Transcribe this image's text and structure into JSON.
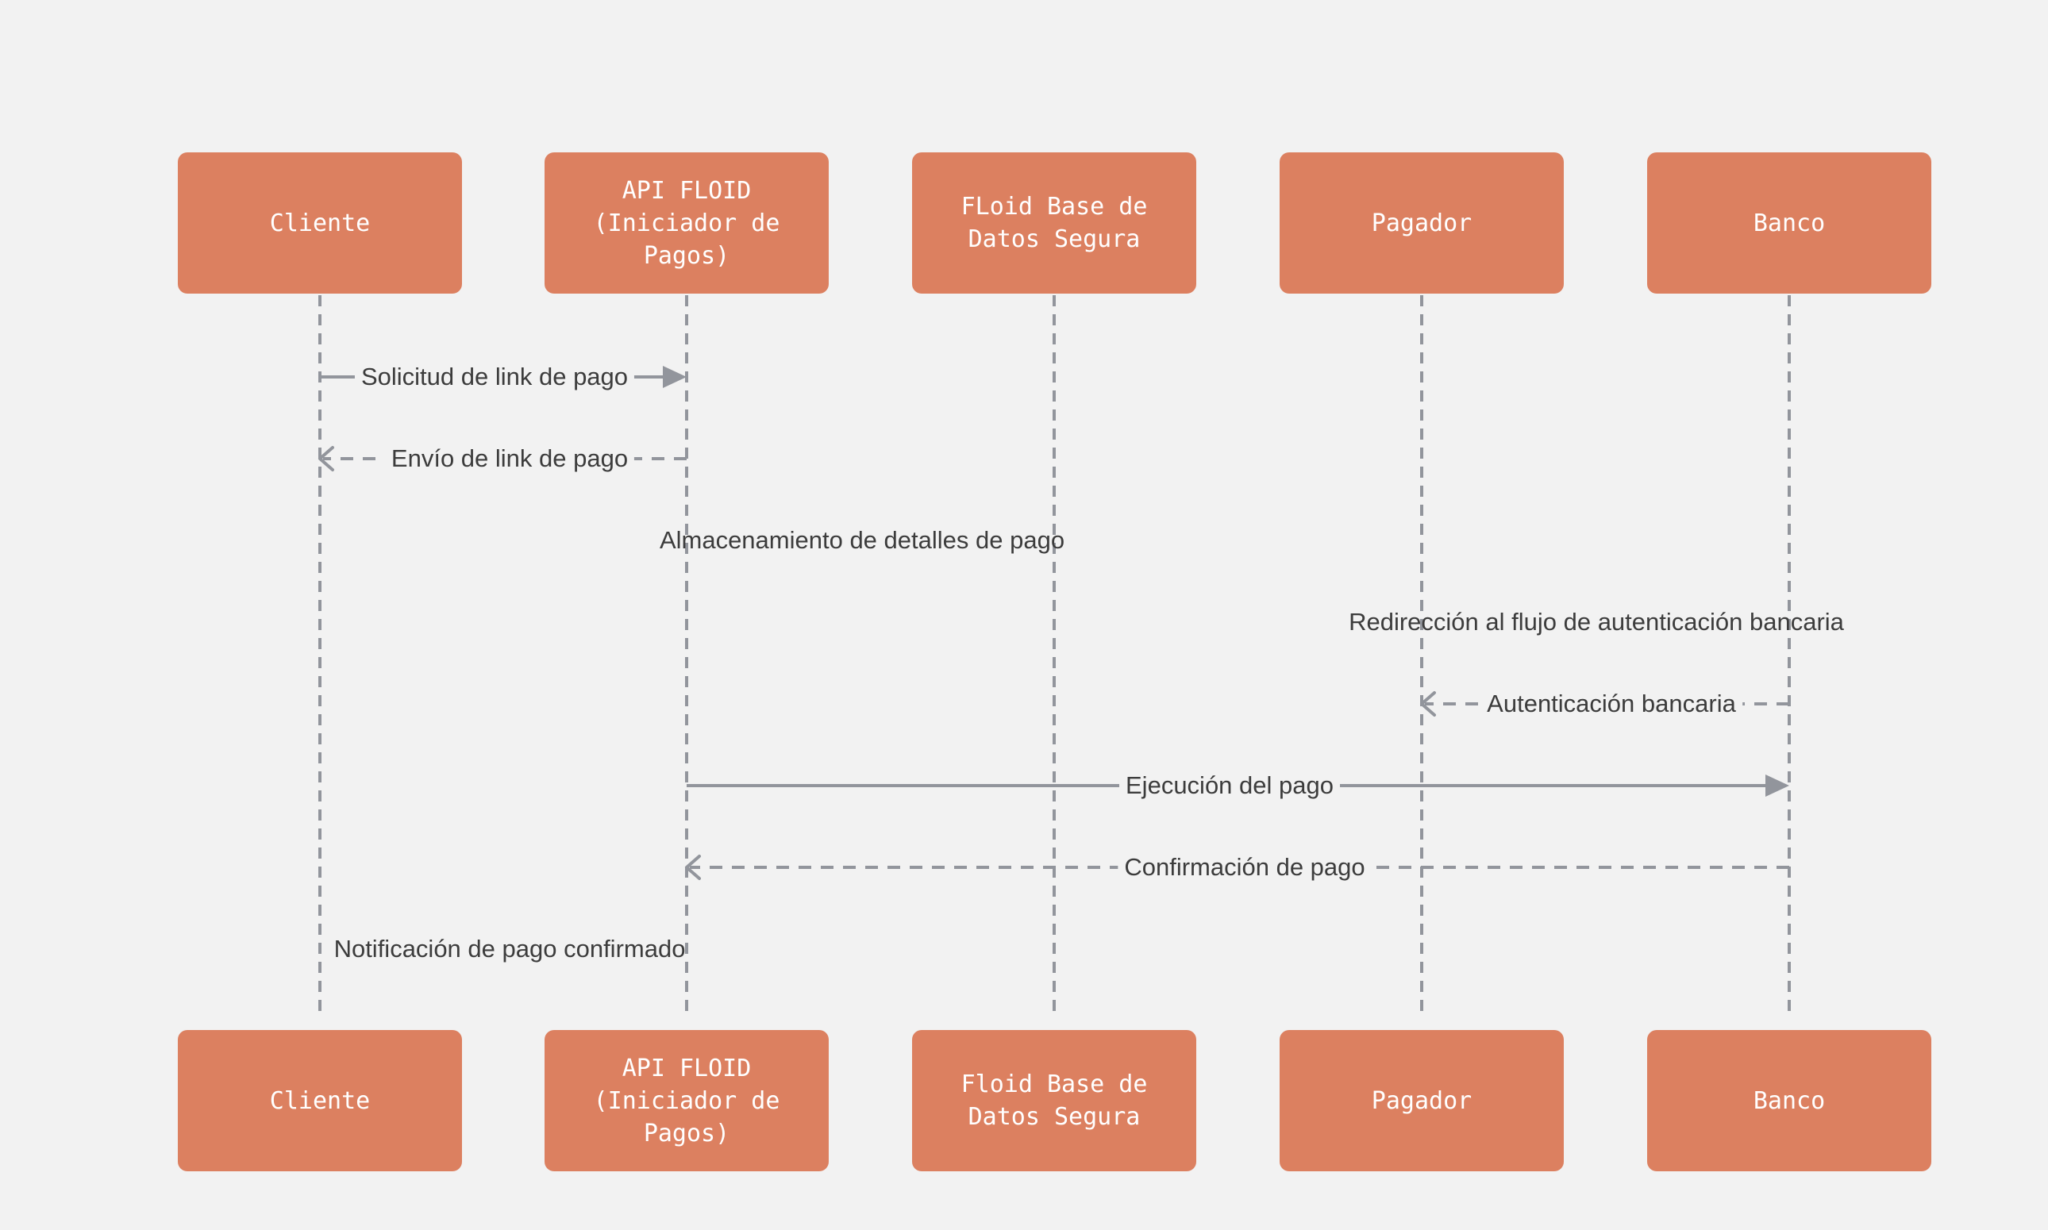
{
  "diagram": {
    "colors": {
      "background": "#f2f2f2",
      "actor_fill": "#dc8060",
      "actor_text": "#ffffff",
      "line": "#92959c",
      "message_text": "#3c3c3c"
    },
    "actors_top": [
      {
        "label": "Cliente"
      },
      {
        "label": "API FLOID\n(Iniciador de\nPagos)"
      },
      {
        "label": "FLoid Base de\nDatos Segura"
      },
      {
        "label": "Pagador"
      },
      {
        "label": "Banco"
      }
    ],
    "actors_bottom": [
      {
        "label": "Cliente"
      },
      {
        "label": "API FLOID\n(Iniciador de\nPagos)"
      },
      {
        "label": "Floid Base de\nDatos Segura"
      },
      {
        "label": "Pagador"
      },
      {
        "label": "Banco"
      }
    ],
    "messages": [
      {
        "label": "Solicitud de link de pago",
        "from": 0,
        "to": 1,
        "style": "solid"
      },
      {
        "label": "Envío de link de pago",
        "from": 1,
        "to": 0,
        "style": "dashed"
      },
      {
        "label": "Almacenamiento de detalles de pago",
        "from": 1,
        "to": 2,
        "style": "none"
      },
      {
        "label": "Redirección al flujo de autenticación bancaria",
        "from": 3,
        "to": 4,
        "style": "none"
      },
      {
        "label": "Autenticación bancaria",
        "from": 4,
        "to": 3,
        "style": "dashed"
      },
      {
        "label": "Ejecución del pago",
        "from": 1,
        "to": 4,
        "style": "solid"
      },
      {
        "label": "Confirmación de pago",
        "from": 4,
        "to": 1,
        "style": "dashed"
      },
      {
        "label": "Notificación de pago confirmado",
        "from": 0,
        "to": 1,
        "style": "none"
      }
    ]
  }
}
